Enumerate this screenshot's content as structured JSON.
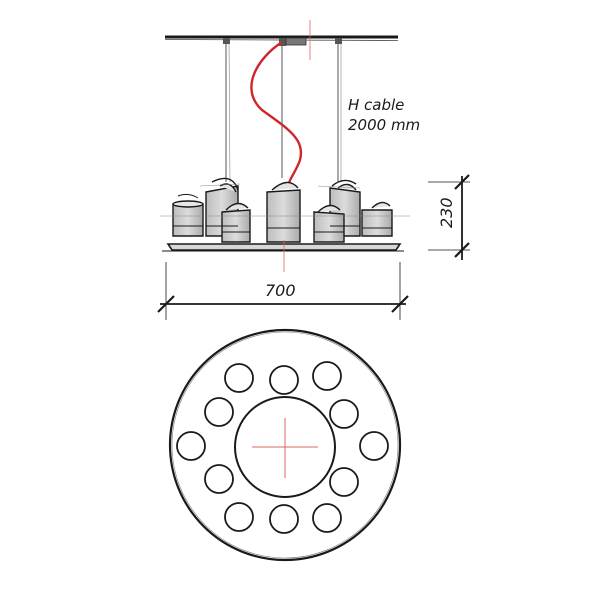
{
  "annotations": {
    "cable_line1": "H cable",
    "cable_line2": "2000 mm",
    "width_dim": "700",
    "height_dim": "230"
  },
  "colors": {
    "ink": "#1a1a1a",
    "cable": "#d0262b",
    "center_cross": "#d86a5a",
    "shade_fill": "#c9c9c9",
    "shade_light": "#e4e4e4"
  }
}
